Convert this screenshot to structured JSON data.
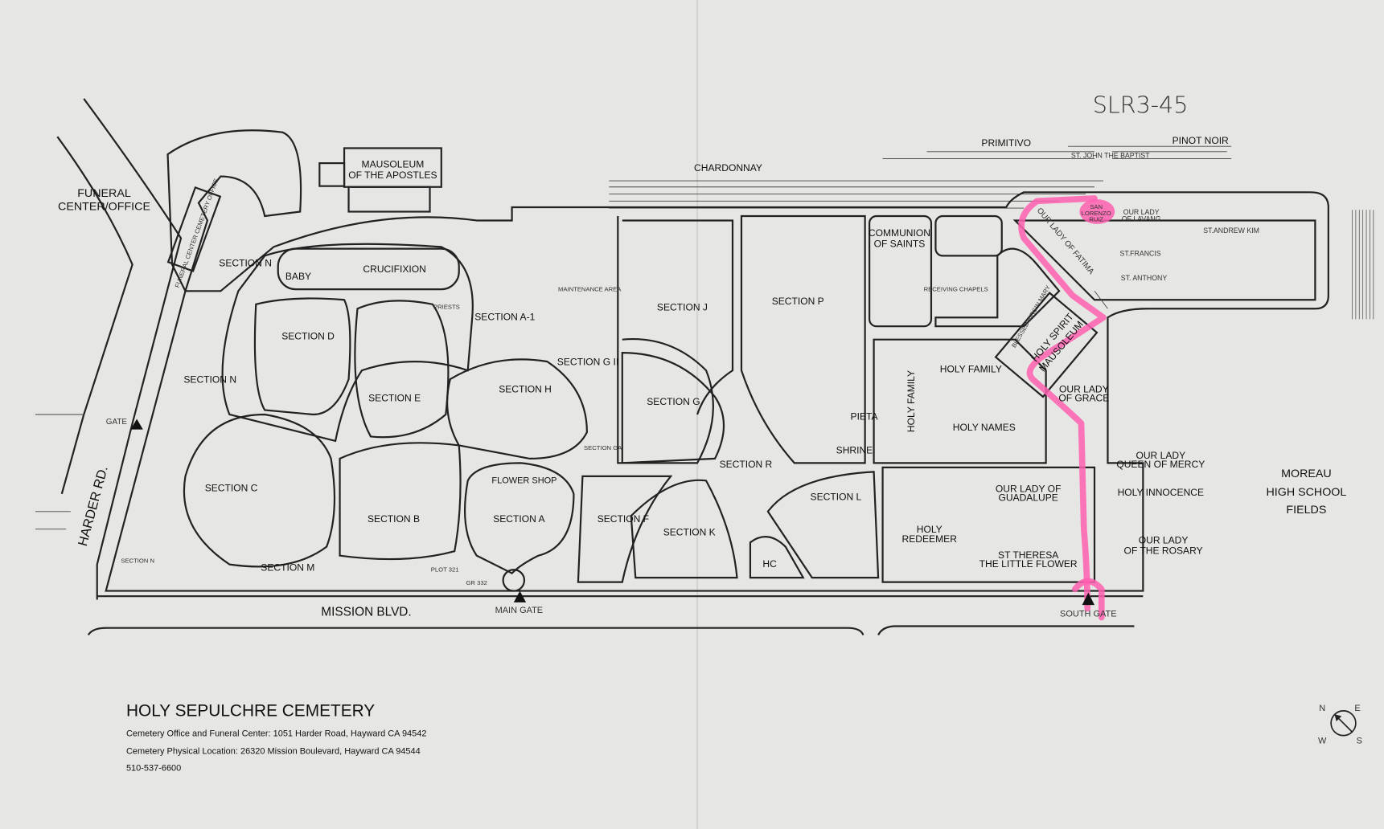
{
  "handwritten_note": "SLR3-45",
  "streets": {
    "harder_rd": "HARDER RD.",
    "mission_blvd": "MISSION BLVD.",
    "chardonnay": "CHARDONNAY",
    "primitivo": "PRIMITIVO",
    "pinot_noir": "PINOT NOIR",
    "st_john": "ST. JOHN THE BAPTIST"
  },
  "gates": {
    "gate": "GATE",
    "main_gate": "MAIN GATE",
    "south_gate": "SOUTH GATE"
  },
  "buildings": {
    "funeral_center": [
      "FUNERAL",
      "CENTER/OFFICE"
    ],
    "funeral_center_office": "FUNERAL CENTER CEMETERY OFFICE",
    "mausoleum_apostles": [
      "MAUSOLEUM",
      "OF THE APOSTLES"
    ],
    "maintenance": "MAINTENANCE AREA",
    "flower_shop": "FLOWER SHOP",
    "communion_saints": [
      "COMMUNION",
      "OF SAINTS"
    ],
    "receiving_chapels": "RECEIVING CHAPELS",
    "holy_spirit": [
      "HOLY SPIRIT",
      "MAUSOLEUM"
    ],
    "blessed_virgin": "BLESSED VIRGIN MARY"
  },
  "sections": [
    "SECTION N",
    "SECTION N",
    "BABY",
    "CRUCIFIXION",
    "PRIESTS",
    "SECTION D",
    "SECTION E",
    "SECTION A-1",
    "SECTION G II",
    "SECTION H",
    "SECTION C",
    "SECTION B",
    "SECTION A",
    "SECTION F",
    "SECTION GA",
    "SECTION J",
    "SECTION G",
    "SECTION R",
    "SECTION K",
    "HC",
    "SECTION L",
    "SECTION P",
    "SECTION M",
    "SECTION N",
    "PLOT 321",
    "GR 332"
  ],
  "named_areas": {
    "fatima": "OUR LADY OF FATIMA",
    "san_lorenzo": [
      "SAN",
      "LORENZO",
      "RUIZ"
    ],
    "lavang": [
      "OUR LADY",
      "OF LAVANG"
    ],
    "st_andrew": "ST.ANDREW KIM",
    "st_francis": "ST.FRANCIS",
    "st_anthony": "ST. ANTHONY",
    "holy_family": "HOLY FAMILY",
    "holy_family_v": "HOLY FAMILY",
    "pieta": "PIETA",
    "holy_names": "HOLY NAMES",
    "shrine": "SHRINE",
    "grace": [
      "OUR LADY",
      "OF GRACE"
    ],
    "mercy": [
      "OUR LADY",
      "QUEEN OF MERCY"
    ],
    "innocence": "HOLY INNOCENCE",
    "rosary": [
      "OUR LADY",
      "OF THE ROSARY"
    ],
    "guadalupe": [
      "OUR LADY OF",
      "GUADALUPE"
    ],
    "redeemer": [
      "HOLY",
      "REDEEMER"
    ],
    "theresa": [
      "ST THERESA",
      "THE LITTLE FLOWER"
    ],
    "moreau": [
      "MOREAU",
      "HIGH SCHOOL",
      "FIELDS"
    ]
  },
  "legend": {
    "title": "HOLY SEPULCHRE CEMETERY",
    "office": "Cemetery Office and Funeral Center: 1051 Harder Road, Hayward CA 94542",
    "location": "Cemetery Physical Location: 26320 Mission Boulevard, Hayward CA 94544",
    "phone": "510-537-6600"
  },
  "compass": {
    "n": "N",
    "e": "E",
    "s": "S",
    "w": "W"
  },
  "colors": {
    "highlight": "#ff5fb0",
    "paper": "#e6e6e4",
    "ink": "#222222"
  }
}
